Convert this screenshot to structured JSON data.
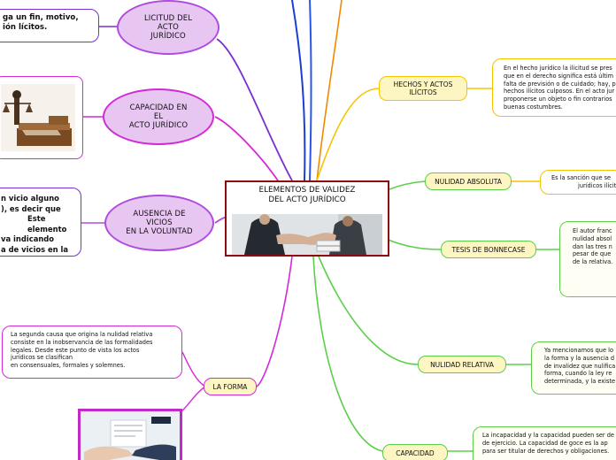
{
  "central": {
    "title_line1": "ELEMENTOS DE VALIDEZ",
    "title_line2": "DEL ACTO JURÍDICO"
  },
  "left_nodes": {
    "licitud": {
      "line1": "LICITUD DEL",
      "line2": "ACTO",
      "line3": "JURÍDICO"
    },
    "capacidad": {
      "line1": "CAPACIDAD EN",
      "line2": "EL",
      "line3": "ACTO JURÍDICO"
    },
    "ausencia": {
      "line1": "AUSENCIA DE",
      "line2": "VICIOS",
      "line3": "EN LA VOLUNTAD"
    },
    "forma": {
      "label": "LA FORMA"
    }
  },
  "left_notes": {
    "licitud_text": {
      "line1": "ga un fin, motivo,",
      "line2": "ión lícitos."
    },
    "ausencia_text": {
      "line1": "n vicio alguno",
      "line2": "), es decir que",
      "line3": "Este elemento",
      "line4": "va indicando",
      "line5": "a de vicios en la"
    },
    "forma_text": {
      "line1": "La segunda causa que origina la nulidad relativa",
      "line2": "consiste en la inobservancia de las formalidades",
      "line3": "legales. Desde este punto de vista los actos",
      "line4": "jurídicos se clasifican",
      "line5": "en consensuales, formales y solemnes."
    }
  },
  "right_nodes": {
    "hechos": {
      "line1": "HECHOS Y ACTOS",
      "line2": "ILÍCITOS"
    },
    "nulidad_absoluta": {
      "label": "NULIDAD ABSOLUTA"
    },
    "tesis": {
      "label": "TESIS DE BONNECASE"
    },
    "nulidad_relativa": {
      "label": "NULIDAD RELATIVA"
    },
    "capacidad_r": {
      "label": "CAPACIDAD"
    }
  },
  "right_notes": {
    "hechos_text": {
      "line1": "En el hecho jurídico la ilicitud se pres",
      "line2": "que en el derecho significa está últim",
      "line3": "falta de previsión o de cuidado; hay, p",
      "line4": "hechos ilícitos culposos. En el acto jur",
      "line5": "proponerse un objeto o fin contrarios",
      "line6": "buenas costumbres."
    },
    "nulidad_absoluta_text": {
      "line1": "Es la sanción que se",
      "line2": "jurídicos ilícitos"
    },
    "tesis_text": {
      "line1": "El autor franc",
      "line2": "nulidad absol",
      "line3": "dan las tres n",
      "line4": "pesar de que",
      "line5": "de la relativa."
    },
    "nulidad_relativa_text": {
      "line1": "Ya mencionamos que lo",
      "line2": "la forma y la ausencia d",
      "line3": "de invalidez que nulifica",
      "line4": "forma, cuando la ley re",
      "line5": "determinada, y la existe"
    },
    "capacidad_text": {
      "line1": "La incapacidad y la capacidad pueden ser de",
      "line2": "de ejercicio. La capacidad de goce es la ap",
      "line3": "para ser titular de derechos y obligaciones."
    }
  },
  "colors": {
    "purple_node_fill": "#e8c6f2",
    "purple_node_border": "#b04be0",
    "yellow_pill_fill": "#fdf6c2",
    "central_border": "#8b0a0a",
    "branch_blue": "#1a3fd6",
    "branch_purple": "#7a2fd0",
    "branch_magenta": "#d22ad6",
    "branch_yellow": "#f5c400",
    "branch_green": "#5ccf4a",
    "branch_orange": "#f08a00"
  }
}
